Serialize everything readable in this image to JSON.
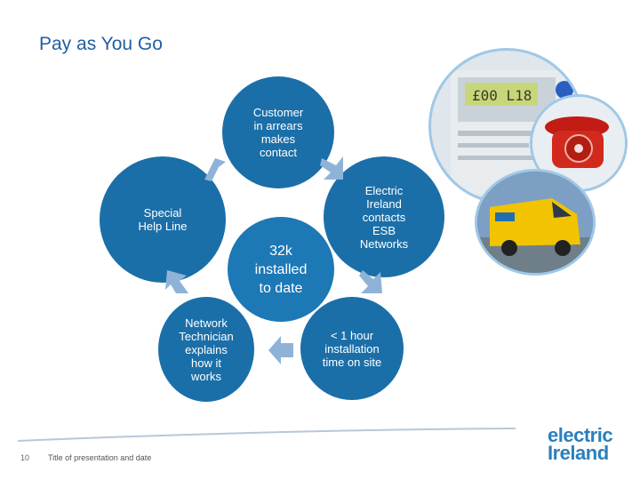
{
  "slide": {
    "title": "Pay as You Go",
    "page_number": "10",
    "footer_text": "Title of presentation and date"
  },
  "cycle": {
    "center": "32k\ninstalled\nto date",
    "steps": [
      "Customer\nin arrears\nmakes\ncontact",
      "Electric\nIreland\ncontacts\nESB\nNetworks",
      "< 1 hour\ninstallation\ntime on site",
      "Network\nTechnician\nexplains\nhow it\nworks",
      "Special\nHelp Line"
    ]
  },
  "meter_display": "£00 L18",
  "logo": {
    "line1": "electric",
    "line2": "Ireland"
  },
  "colors": {
    "primary_blue": "#1b6fa8",
    "arrow_blue": "#8fb3d8",
    "title_blue": "#1f5f9e"
  }
}
